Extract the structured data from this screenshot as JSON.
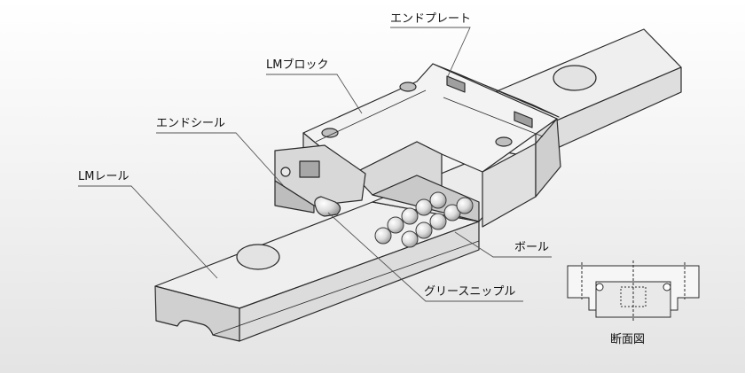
{
  "labels": {
    "end_plate": "エンドプレート",
    "lm_block": "LMブロック",
    "end_seal": "エンドシール",
    "lm_rail": "LMレール",
    "ball": "ボール",
    "grease_nipple": "グリースニップル"
  },
  "inset": {
    "caption": "断面図"
  },
  "colors": {
    "outline": "#2a2a2a",
    "face_light": "#f4f4f4",
    "face_mid": "#e2e2e2",
    "face_dark": "#cfcfcf",
    "leader": "#555555"
  }
}
